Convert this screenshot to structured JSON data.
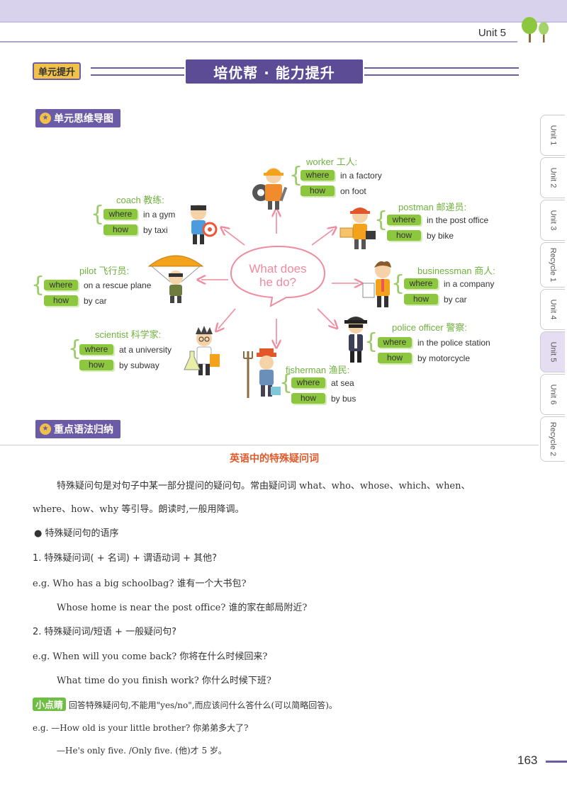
{
  "header": {
    "unit_label": "Unit 5"
  },
  "side_tabs": [
    "Unit 1",
    "Unit 2",
    "Unit 3",
    "Recycle 1",
    "Unit 4",
    "Unit 5",
    "Unit 6",
    "Recycle 2"
  ],
  "active_tab": "Unit 5",
  "section": {
    "badge": "单元提升",
    "banner": "培优帮 · 能力提升"
  },
  "mindmap": {
    "heading": "单元思维导图",
    "center": [
      "What does",
      "he do?"
    ],
    "where_label": "where",
    "how_label": "how",
    "jobs": {
      "worker": {
        "title": "worker 工人:",
        "where": "in a factory",
        "how": "on foot"
      },
      "coach": {
        "title": "coach 教练:",
        "where": "in a gym",
        "how": "by taxi"
      },
      "postman": {
        "title": "postman 邮递员:",
        "where": "in the post office",
        "how": "by bike"
      },
      "pilot": {
        "title": "pilot 飞行员:",
        "where": "on a rescue plane",
        "how": "by car"
      },
      "businessman": {
        "title": "businessman 商人:",
        "where": "in a company",
        "how": "by car"
      },
      "scientist": {
        "title": "scientist 科学家:",
        "where": "at a university",
        "how": "by subway"
      },
      "police": {
        "title": "police officer 警察:",
        "where": "in the police station",
        "how": "by motorcycle"
      },
      "fisherman": {
        "title": "fisherman 渔民:",
        "where": "at sea",
        "how": "by bus"
      }
    }
  },
  "grammar": {
    "heading": "重点语法归纳",
    "title": "英语中的特殊疑问词",
    "intro_1": "特殊疑问句是对句子中某一部分提问的疑问句。常由疑问词 what、who、whose、which、when、",
    "intro_2": "where、how、why 等引导。朗读时,一般用降调。",
    "bullet": "● 特殊疑问句的语序",
    "rule_1": "1. 特殊疑问词( + 名词) + 谓语动词 + 其他?",
    "eg_1a": "e.g.  Who has a big schoolbag? 谁有一个大书包?",
    "eg_1b": "Whose home is near the post office? 谁的家在邮局附近?",
    "rule_2": "2. 特殊疑问词/短语 + 一般疑问句?",
    "eg_2a": "e.g.  When will you come back? 你将在什么时候回来?",
    "eg_2b": "What time do you finish work? 你什么时候下班?",
    "tip_badge": "小点睛",
    "tip_text": "回答特殊疑问句,不能用\"yes/no\",而应该问什么答什么(可以简略回答)。",
    "eg_3a": "e.g.  —How old is your little brother? 你弟弟多大了?",
    "eg_3b": "—He's only five. /Only five. (他)才 5 岁。"
  },
  "page_number": "163",
  "colors": {
    "accent_purple": "#6b5ba6",
    "green_pill": "#8dc63f",
    "job_green": "#6fb13d",
    "title_orange": "#e05a2b"
  }
}
